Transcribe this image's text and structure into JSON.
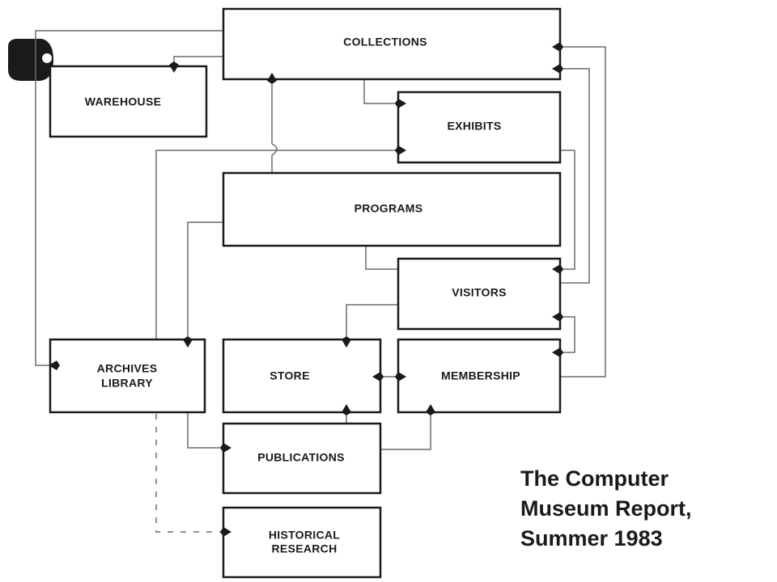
{
  "diagram": {
    "boxes": {
      "collections": "COLLECTIONS",
      "warehouse": "WAREHOUSE",
      "exhibits": "EXHIBITS",
      "programs": "PROGRAMS",
      "visitors": "VISITORS",
      "archives_library": [
        "ARCHIVES",
        "LIBRARY"
      ],
      "store": "STORE",
      "membership": "MEMBERSHIP",
      "publications": "PUBLICATIONS",
      "historical_research": [
        "HISTORICAL",
        "RESEARCH"
      ]
    }
  },
  "caption": {
    "line1": "The Computer",
    "line2": "Museum Report,",
    "line3": "Summer 1983"
  },
  "colors": {
    "box_stroke": "#1a1a1a",
    "connector": "#6b6b6b",
    "background": "#ffffff"
  }
}
